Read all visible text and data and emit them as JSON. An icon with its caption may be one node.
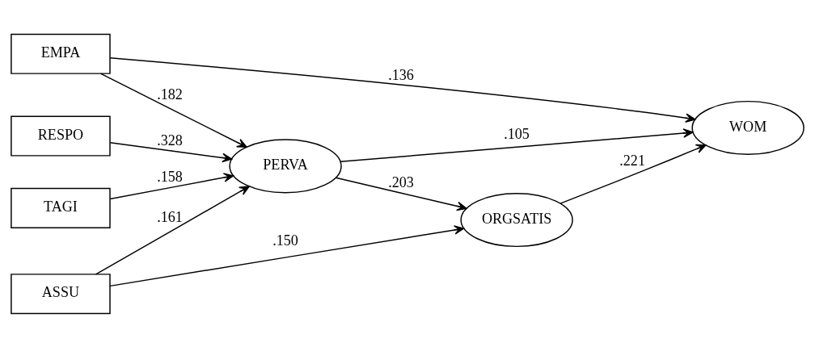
{
  "diagram": {
    "nodes": [
      {
        "text": [
          "EMPA"
        ]
      },
      {
        "text": [
          "RESPO"
        ]
      },
      {
        "text": [
          "TAGI"
        ]
      },
      {
        "text": [
          "ASSU"
        ]
      },
      {
        "text": [
          "PERVA"
        ]
      },
      {
        "text": [
          "WOM"
        ]
      },
      {
        "text": [
          "ORGSATIS"
        ]
      }
    ],
    "edges": [
      {
        "from": 0,
        "to": 4,
        "arrow": "to",
        "label": ".182"
      },
      {
        "from": 0,
        "to": 5,
        "arrow": "to",
        "label": ".136"
      },
      {
        "from": 1,
        "to": 4,
        "arrow": "to",
        "label": ".328"
      },
      {
        "from": 2,
        "to": 4,
        "arrow": "to",
        "label": ".158"
      },
      {
        "from": 3,
        "to": 4,
        "arrow": "to",
        "label": ".161"
      },
      {
        "from": 3,
        "to": 6,
        "arrow": "to",
        "label": ".150"
      },
      {
        "from": 4,
        "to": 5,
        "arrow": "to",
        "label": ".105"
      },
      {
        "from": 4,
        "to": 6,
        "arrow": "to",
        "label": ".203"
      },
      {
        "from": 6,
        "to": 5,
        "arrow": "to",
        "label": ".221"
      }
    ]
  }
}
